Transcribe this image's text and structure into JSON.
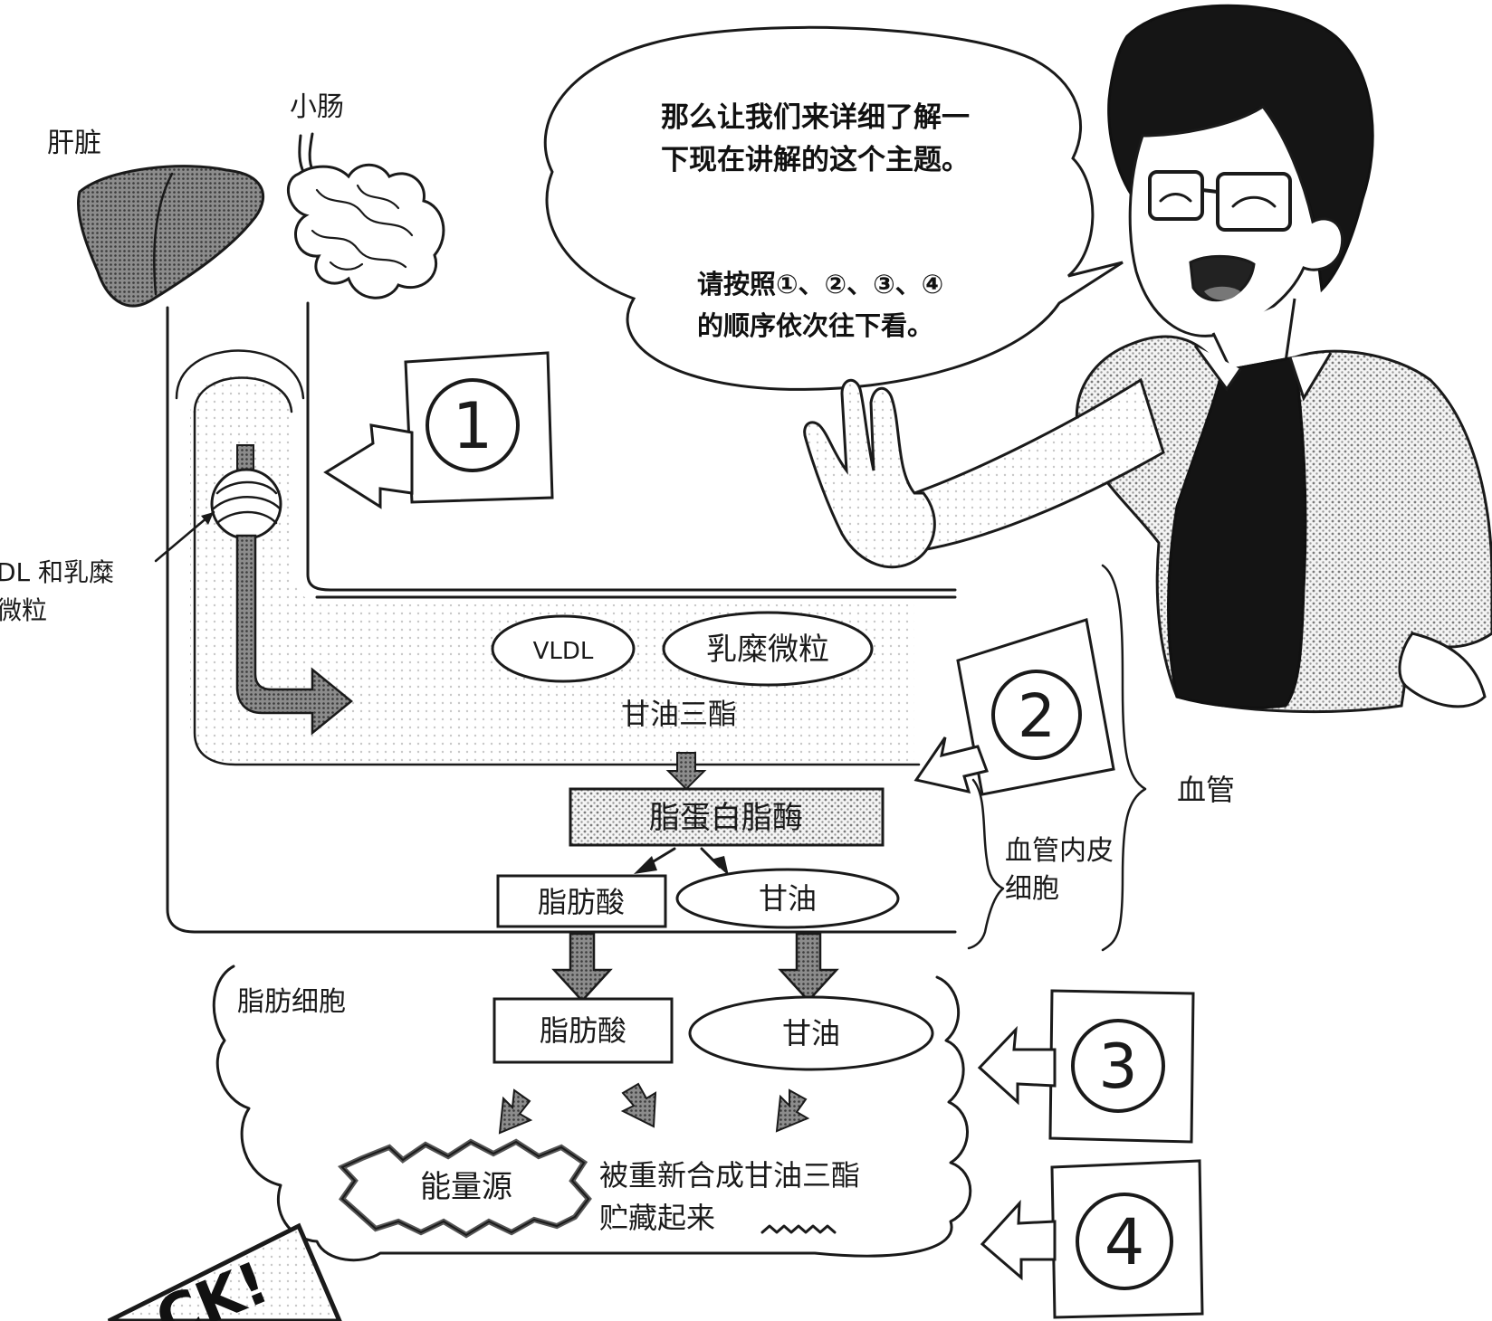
{
  "organs": {
    "liver_label": "肝脏",
    "intestine_label": "小肠"
  },
  "particle_label_line1": "DL 和乳糜",
  "particle_label_line2": "微粒",
  "speech": {
    "line1": "那么让我们来详细了解一",
    "line2": "下现在讲解的这个主题。",
    "line3": "请按照①、②、③、④",
    "line4": "的顺序依次往下看。"
  },
  "steps": {
    "s1": "1",
    "s2": "2",
    "s3": "3",
    "s4": "4"
  },
  "blood": {
    "vldl": "VLDL",
    "chylomicron": "乳糜微粒",
    "triglyceride": "甘油三酯",
    "lipase": "脂蛋白脂酶",
    "fatty_acid": "脂肪酸",
    "glycerol": "甘油",
    "vessel_label": "血管",
    "endothelial_line1": "血管内皮",
    "endothelial_line2": "细胞"
  },
  "adipocyte": {
    "label": "脂肪细胞",
    "fatty_acid": "脂肪酸",
    "glycerol": "甘油",
    "energy": "能量源",
    "resynth_line1": "被重新合成甘油三酯",
    "resynth_line2": "贮藏起来"
  },
  "stamp_text": "CK!"
}
